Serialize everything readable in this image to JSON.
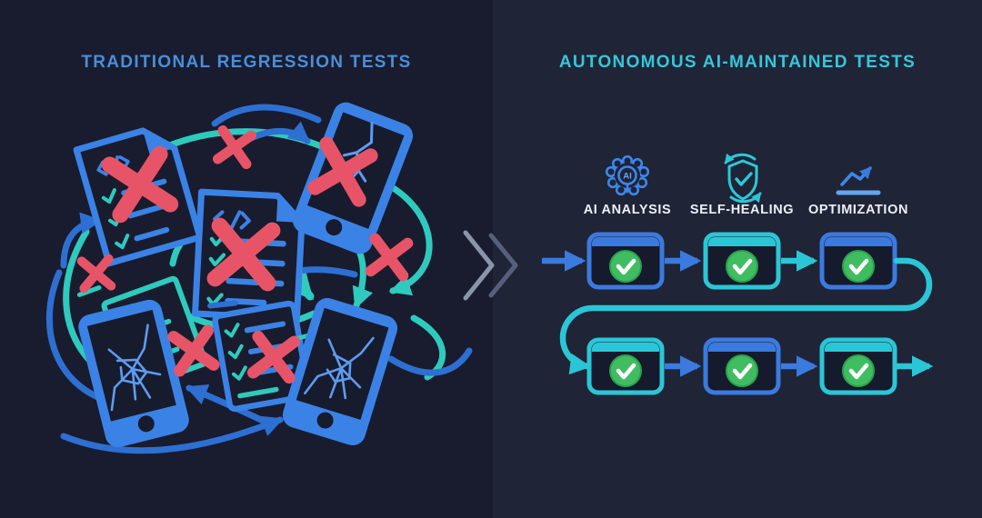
{
  "header": {
    "left_title": "TRADITIONAL REGRESSION TESTS",
    "right_title": "AUTONOMOUS AI-MAINTAINED TESTS"
  },
  "left_panel": {
    "theme": "chaotic failing tests",
    "illustration_items": [
      "failed-test-document",
      "failed-checklist-document",
      "failed-checklist-small",
      "teal-code-document",
      "cracked-phone-top",
      "cracked-phone-bottom-left",
      "cracked-phone-bottom-right",
      "tangled-arrows",
      "red-x-marks"
    ],
    "red_x_count": 8
  },
  "right_panel": {
    "stages": [
      {
        "label": "AI ANALYSIS",
        "icon": "ai-brain-icon"
      },
      {
        "label": "SELF-HEALING",
        "icon": "shield-check-refresh-icon"
      },
      {
        "label": "OPTIMIZATION",
        "icon": "growth-chart-icon"
      }
    ],
    "ai_icon_text": "AI",
    "flow": {
      "rows": 2,
      "steps_per_row": 3,
      "step_status": "passed",
      "step_icon": "green-check-circle"
    }
  },
  "colors": {
    "bg_left": "#181c2e",
    "bg_right": "#1f2437",
    "title_blue": "#4a8edb",
    "title_teal": "#38c5d8",
    "element_blue": "#3b82e6",
    "flow_blue": "#3b7ade",
    "teal": "#2bc6d6",
    "teal_illustration": "#2fcabe",
    "red_x": "#e85467",
    "green_check": "#41bd61",
    "label_white": "#edf0f6"
  }
}
